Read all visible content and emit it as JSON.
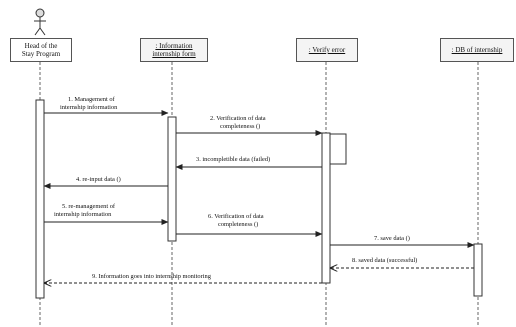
{
  "participants": {
    "actor": {
      "label_line1": "Head of the",
      "label_line2": "Stay Program"
    },
    "form": {
      "label_line1": ": Information",
      "label_line2": "internship form"
    },
    "verify": {
      "label": ": Verify error"
    },
    "db": {
      "label": ": DB of internship"
    }
  },
  "messages": {
    "m1": {
      "line1": "1. Management of",
      "line2": "internship information"
    },
    "m2": {
      "line1": "2. Verification of data",
      "line2": "completeness ()"
    },
    "m3": {
      "text": "3. incompletible data (failed)"
    },
    "m4": {
      "text": "4. re-input data ()"
    },
    "m5": {
      "line1": "5. re-management of",
      "line2": "internship  information"
    },
    "m6": {
      "line1": "6. Verification of data",
      "line2": "completeness ()"
    },
    "m7": {
      "text": "7. save data ()"
    },
    "m8": {
      "text": "8. saved data (successful)"
    },
    "m9": {
      "text": "9. Information goes into internship monitoring"
    }
  }
}
